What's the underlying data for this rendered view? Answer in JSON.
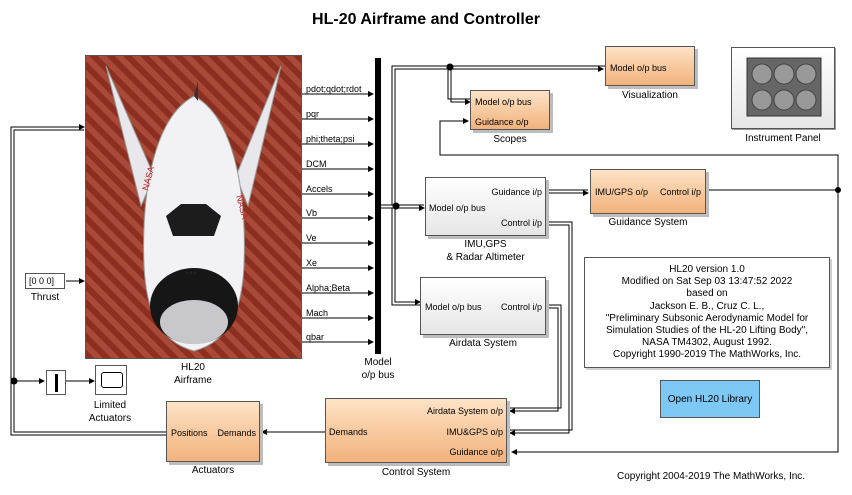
{
  "title": "HL-20 Airframe and Controller",
  "airframe": {
    "label_line1": "HL20",
    "label_line2": "Airframe",
    "outputs": [
      "pdot;qdot;rdot",
      "pqr",
      "phi;theta;psi",
      "DCM",
      "Accels",
      "Vb",
      "Ve",
      "Xe",
      "Alpha;Beta",
      "Mach",
      "qbar"
    ],
    "emblem": "NASA"
  },
  "bus": {
    "label_line1": "Model",
    "label_line2": "o/p bus"
  },
  "thrust": {
    "value": "[0 0 0]",
    "label": "Thrust"
  },
  "visualization": {
    "port_in": "Model o/p  bus",
    "label": "Visualization"
  },
  "scopes": {
    "port_in1": "Model o/p bus",
    "port_in2": "Guidance o/p",
    "label": "Scopes"
  },
  "instrument_panel": {
    "label": "Instrument Panel"
  },
  "imu": {
    "port_in": "Model o/p bus",
    "port_out1": "Guidance i/p",
    "port_out2": "Control i/p",
    "label_line1": "IMU,GPS",
    "label_line2": "& Radar Altimeter"
  },
  "guidance": {
    "port_in": "IMU/GPS o/p",
    "port_out": "Control i/p",
    "label": "Guidance System"
  },
  "airdata": {
    "port_in": "Model o/p bus",
    "port_out": "Control i/p",
    "label": "Airdata System"
  },
  "control": {
    "port_in": "Demands",
    "port_out1": "Airdata System o/p",
    "port_out2": "IMU&GPS o/p",
    "port_out3": "Guidance o/p",
    "label": "Control System"
  },
  "actuators": {
    "port_in": "Positions",
    "port_out": "Demands",
    "label": "Actuators"
  },
  "limited_actuators": {
    "label_line1": "Limited",
    "label_line2": "Actuators"
  },
  "note": [
    "HL20 version 1.0",
    "Modified on Sat Sep 03 13:47:52 2022",
    "based on",
    "Jackson E. B., Cruz C. L.,",
    "\"Preliminary Subsonic Aerodynamic Model for",
    "Simulation Studies of the HL-20 Lifting Body\",",
    "NASA TM4302, August 1992.",
    "Copyright 1990-2019 The MathWorks, Inc."
  ],
  "library_button": "Open HL20 Library",
  "copyright": "Copyright 2004-2019 The MathWorks, Inc.",
  "colors": {
    "block_fill": "#f2b27c",
    "button_fill": "#7ec8f5",
    "wire": "#000000"
  }
}
